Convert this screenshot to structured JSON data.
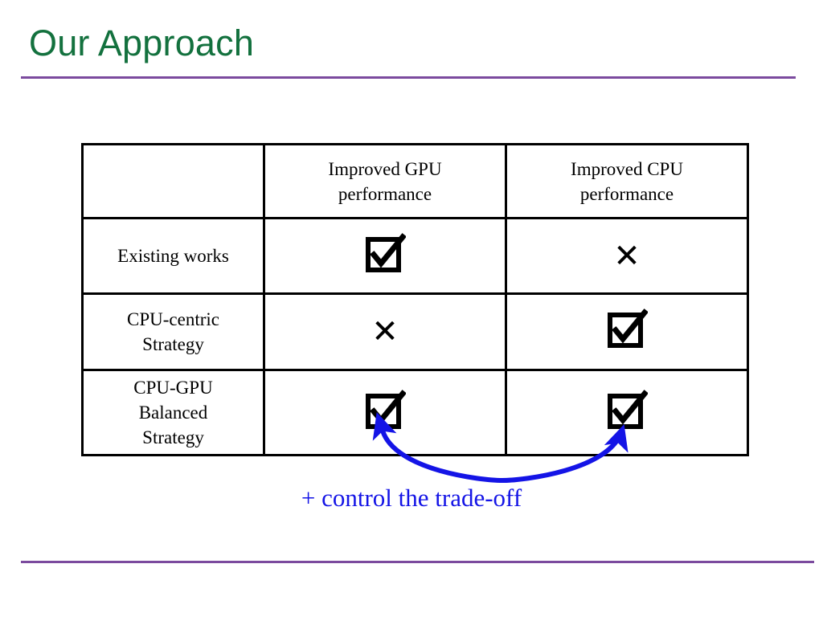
{
  "slide": {
    "title": "Our Approach",
    "title_color": "#13713E",
    "rule_color": "#7B4A9E",
    "background": "#ffffff"
  },
  "table": {
    "corner_label": "",
    "column_headers": [
      "Improved GPU\nperformance",
      "Improved CPU\nperformance"
    ],
    "column_headers_line1": [
      "Improved GPU",
      "Improved CPU"
    ],
    "column_headers_line2": [
      "performance",
      "performance"
    ],
    "rows": [
      {
        "label": "Existing works",
        "label_lines": [
          "Existing works"
        ],
        "gpu": "check",
        "cpu": "cross"
      },
      {
        "label": "CPU-centric Strategy",
        "label_lines": [
          "CPU-centric",
          "Strategy"
        ],
        "gpu": "cross",
        "cpu": "check"
      },
      {
        "label": "CPU-GPU Balanced Strategy",
        "label_lines": [
          "CPU-GPU",
          "Balanced",
          "Strategy"
        ],
        "gpu": "check",
        "cpu": "check"
      }
    ],
    "glyphs": {
      "check": "ballot-box-with-check",
      "cross": "multiplication-x",
      "cross_char": "✕"
    },
    "border_color": "#000000"
  },
  "annotation": {
    "caption": "+ control the trade-off",
    "color": "#1414E6",
    "arrow": "double-headed-curved-arrow"
  }
}
